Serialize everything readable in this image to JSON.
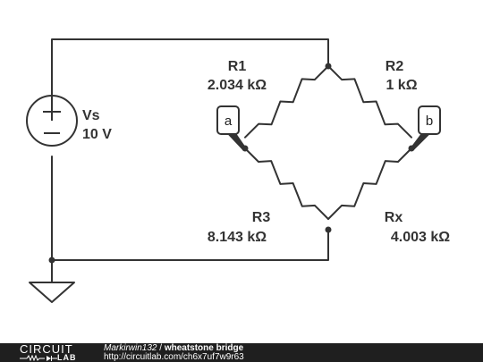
{
  "components": {
    "source": {
      "name": "Vs",
      "value": "10 V"
    },
    "r1": {
      "name": "R1",
      "value": "2.034 kΩ"
    },
    "r2": {
      "name": "R2",
      "value": "1 kΩ"
    },
    "r3": {
      "name": "R3",
      "value": "8.143 kΩ"
    },
    "rx": {
      "name": "Rx",
      "value": "4.003 kΩ"
    }
  },
  "probes": {
    "a": "a",
    "b": "b"
  },
  "footer": {
    "logo_top": "CIRCUIT",
    "logo_bottom": "LAB",
    "author": "Markirwin132",
    "separator": " / ",
    "title": "wheatstone bridge",
    "url": "http://circuitlab.com/ch6x7uf7w9r63"
  },
  "colors": {
    "wire": "#333333",
    "footer_bg": "#1f1f1f"
  }
}
